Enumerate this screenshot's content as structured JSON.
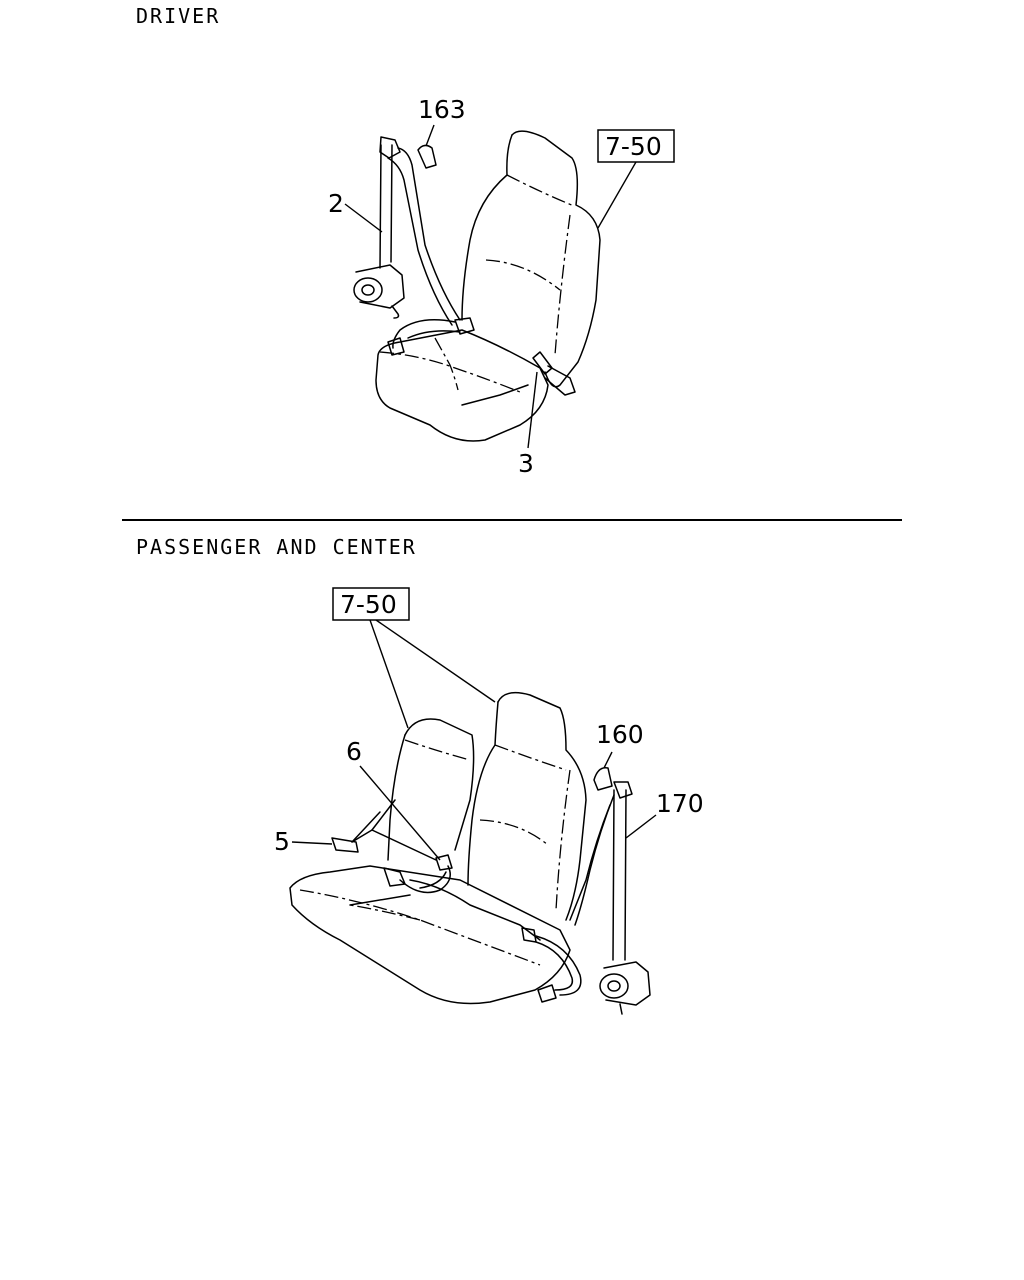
{
  "sections": {
    "driver": {
      "title": "DRIVER"
    },
    "passenger": {
      "title": "PASSENGER AND CENTER"
    }
  },
  "driver_callouts": {
    "c163": "163",
    "c2": "2",
    "c3": "3",
    "ref": "7-50"
  },
  "passenger_callouts": {
    "ref": "7-50",
    "c6": "6",
    "c5": "5",
    "c160": "160",
    "c170": "170"
  }
}
